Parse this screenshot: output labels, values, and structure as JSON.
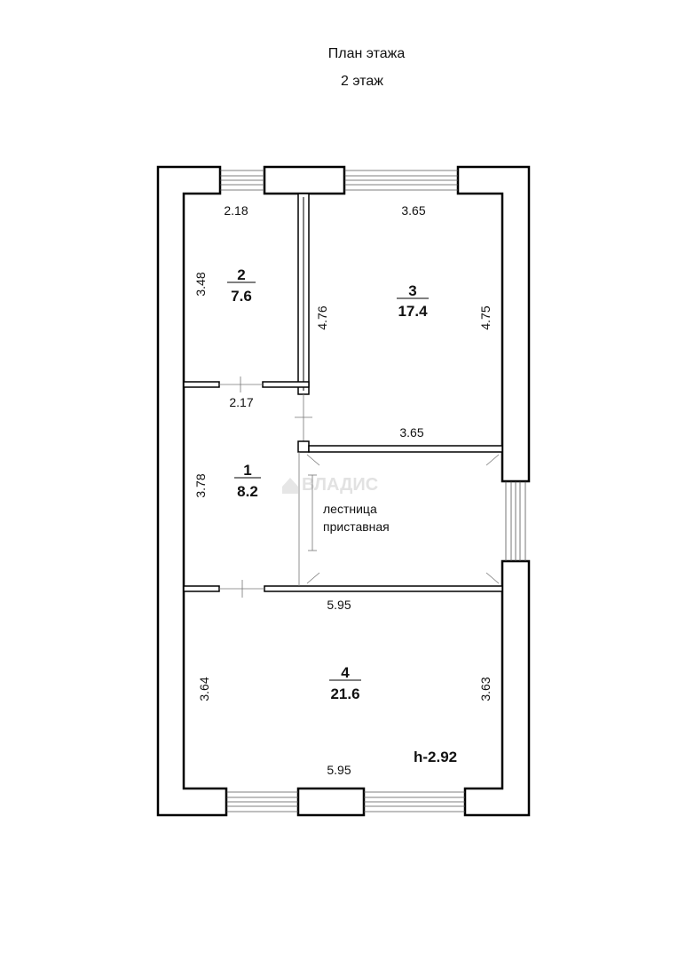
{
  "title": "План этажа",
  "subtitle": "2 этаж",
  "height_label": "h-2.92",
  "watermark": "ВЛАДИС",
  "stair_note": [
    "лестница",
    "приставная"
  ],
  "rooms": [
    {
      "id": "1",
      "num": "1",
      "area": "8.2"
    },
    {
      "id": "2",
      "num": "2",
      "area": "7.6"
    },
    {
      "id": "3",
      "num": "3",
      "area": "17.4"
    },
    {
      "id": "4",
      "num": "4",
      "area": "21.6"
    }
  ],
  "dimensions": {
    "r2_top": "2.18",
    "r2_left": "3.48",
    "r2_right": "4.76",
    "r3_top": "3.65",
    "r3_right": "4.75",
    "r3_bottom": "3.65",
    "r1_top": "2.17",
    "r1_left": "3.78",
    "r4_top": "5.95",
    "r4_left": "3.64",
    "r4_right": "3.63",
    "r4_bottom": "5.95"
  }
}
